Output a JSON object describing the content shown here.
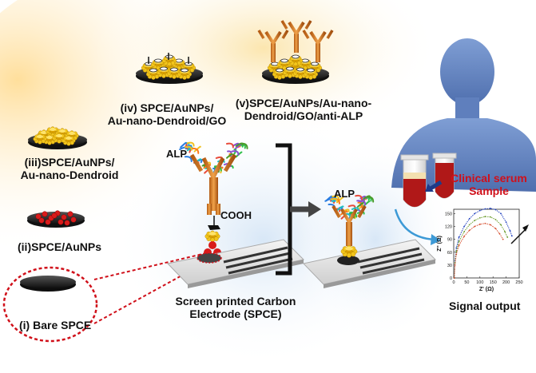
{
  "stages": {
    "i": {
      "num": "(i)",
      "text": "Bare SPCE"
    },
    "ii": {
      "num": "(ii)",
      "text": "SPCE/AuNPs"
    },
    "iii": {
      "num": "(iii)",
      "line1": "SPCE/AuNPs/",
      "line2": "Au-nano-Dendroid"
    },
    "iv": {
      "num": "(iv)",
      "line1": "SPCE/AuNPs/",
      "line2": "Au-nano-Dendroid/GO"
    },
    "v": {
      "num": "(v)",
      "line1": "SPCE/AuNPs/Au-nano-",
      "line2": "Dendroid/GO/anti-ALP"
    }
  },
  "labels": {
    "alp_left": "ALP",
    "alp_right": "ALP",
    "cooh": "COOH",
    "spce_line1": "Screen printed Carbon",
    "spce_line2": "Electrode (SPCE)",
    "serum_line1": "Clinical serum",
    "serum_line2": "Sample",
    "signal_output": "Signal output"
  },
  "chart_data": {
    "type": "line",
    "xlabel": "Z' (Ω)",
    "ylabel": "Z'' (Ω)",
    "xlim": [
      0,
      250
    ],
    "ylim": [
      0,
      160
    ],
    "xticks": [
      "0",
      "50",
      "100",
      "150",
      "200",
      "250"
    ],
    "yticks": [
      "0",
      "30",
      "60",
      "90",
      "120",
      "150"
    ],
    "series": [
      {
        "color": "#1f3fbf",
        "x": [
          2,
          5,
          10,
          20,
          40,
          60,
          80,
          100,
          120,
          140,
          160,
          180,
          200,
          215,
          222
        ],
        "y": [
          0,
          40,
          70,
          95,
          120,
          138,
          150,
          157,
          161,
          162,
          159,
          150,
          130,
          110,
          98
        ]
      },
      {
        "color": "#6a9a2a",
        "x": [
          2,
          5,
          10,
          20,
          40,
          60,
          80,
          100,
          120,
          140,
          160,
          180,
          195,
          205
        ],
        "y": [
          0,
          35,
          62,
          85,
          108,
          124,
          134,
          140,
          143,
          142,
          136,
          124,
          108,
          95
        ]
      },
      {
        "color": "#d64b2a",
        "x": [
          2,
          5,
          10,
          20,
          40,
          60,
          80,
          100,
          120,
          140,
          160,
          175,
          188
        ],
        "y": [
          0,
          30,
          55,
          76,
          97,
          111,
          120,
          125,
          127,
          124,
          115,
          103,
          90
        ]
      }
    ]
  }
}
